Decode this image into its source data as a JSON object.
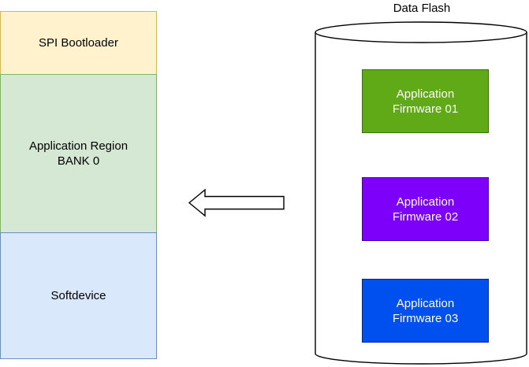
{
  "memory_map": {
    "regions": [
      {
        "line1": "SPI Bootloader",
        "line2": "",
        "fill": "#fff2cc",
        "border": "#d6b656",
        "text_color": "#000000"
      },
      {
        "line1": "Application Region",
        "line2": "BANK 0",
        "fill": "#d5e8d4",
        "border": "#82b366",
        "text_color": "#000000"
      },
      {
        "line1": "Softdevice",
        "line2": "",
        "fill": "#dae8fc",
        "border": "#6c8ebf",
        "text_color": "#000000"
      }
    ]
  },
  "arrow": {
    "direction": "left",
    "fill": "#ffffff",
    "stroke": "#000000"
  },
  "data_flash": {
    "title": "Data Flash",
    "cylinder_fill": "#ffffff",
    "cylinder_stroke": "#000000",
    "slots": [
      {
        "line1": "Application",
        "line2": "Firmware 01",
        "fill": "#60a917",
        "border": "#2d7600",
        "text_color": "#ffffff"
      },
      {
        "line1": "Application",
        "line2": "Firmware 02",
        "fill": "#7d00fa",
        "border": "#3700cc",
        "text_color": "#ffffff"
      },
      {
        "line1": "Application",
        "line2": "Firmware 03",
        "fill": "#0050ef",
        "border": "#001dbc",
        "text_color": "#ffffff"
      }
    ]
  }
}
